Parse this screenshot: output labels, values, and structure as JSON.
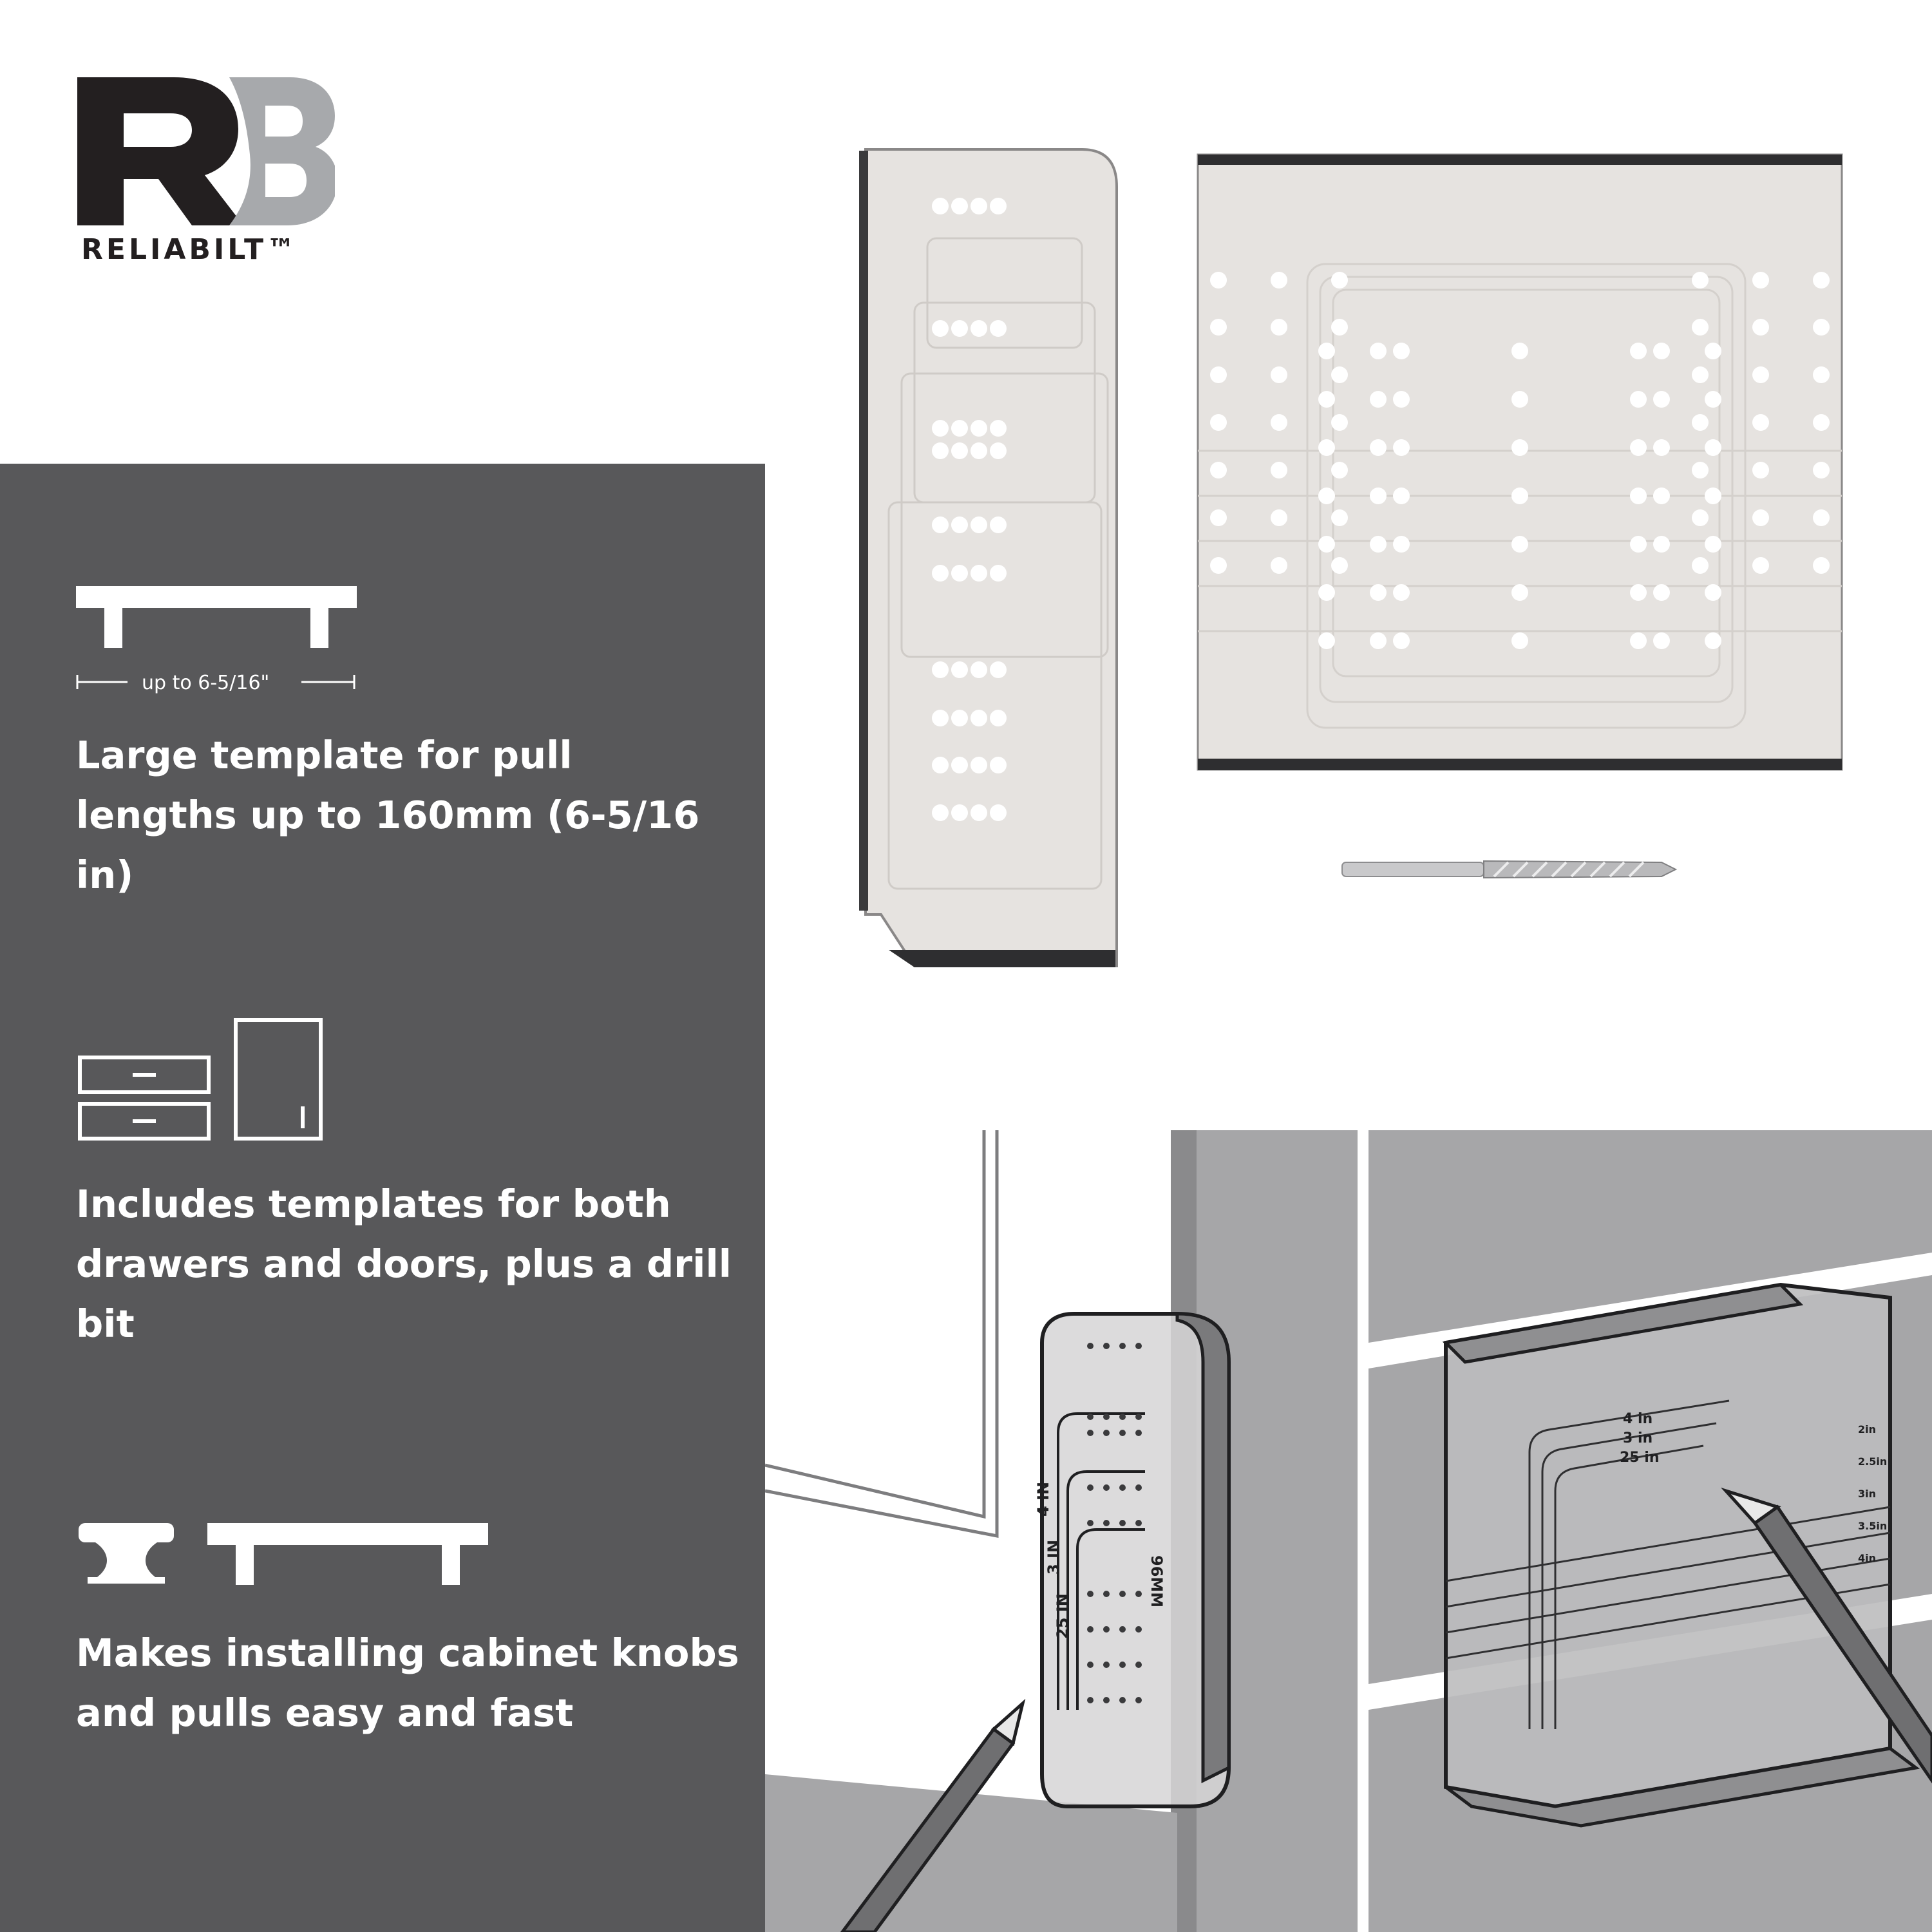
{
  "brand": {
    "logo_letters": "RB",
    "wordmark": "RELIABILT™"
  },
  "features": [
    {
      "icon": "bar-pull-icon",
      "dimension_label": "up to 6-5/16\"",
      "text": "Large template for pull lengths up to 160mm (6-5/16 in)"
    },
    {
      "icon": "drawers-and-door-icon",
      "text": "Includes templates for both drawers and doors, plus a drill bit"
    },
    {
      "icon": "knob-and-pull-icon",
      "text": "Makes installing cabinet knobs and pulls easy and fast"
    }
  ],
  "door_template_labels": {
    "in4": "4 IN",
    "in3": "3 IN",
    "in25": "25 IN",
    "mm96": "96MM"
  },
  "drawer_template_labels": {
    "in4": "4 in",
    "in3": "3 in",
    "in25": "25 in",
    "s2": "2in",
    "s25": "2.5in",
    "s3": "3in",
    "s35": "3.5in",
    "s4": "4in"
  },
  "colors": {
    "panel": "#58585a",
    "logo_dark": "#231f20",
    "logo_grey": "#a7a9ac",
    "template": "#e6e3e0",
    "scene_grey": "#a6a6a8"
  }
}
